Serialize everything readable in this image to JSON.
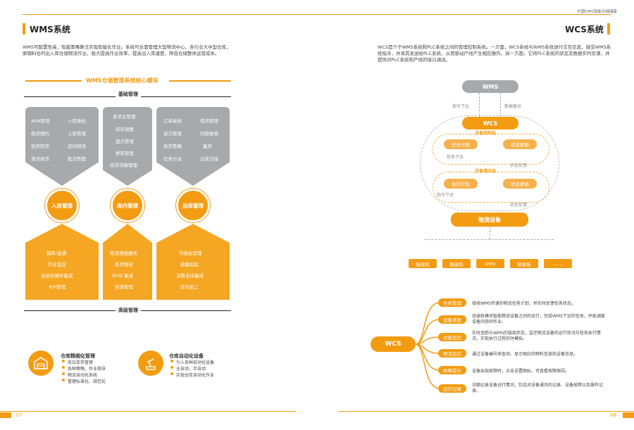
{
  "header": {
    "brand": "中国OMV智能仓储储备"
  },
  "left": {
    "title": "WMS系统",
    "intro": "WMS可配置性高，智能策略算法实现智能化作业。系统可全面管理大型物流中心、各行业大中型仓库，原辅料仓的出入库仓储物流作业，极大提高作业效率，提高出入库速度，降低仓储整体运营成本。",
    "core_title": "WMS仓储管理系统核心模块",
    "base_label": "基础管理",
    "adv_label": "高级管理",
    "col1": {
      "items": [
        "ASN管理",
        "入库质检",
        "收货预约",
        "上架管理",
        "到货卸货",
        "逆向物流",
        "清点收货",
        "批次管理"
      ],
      "circle": "入库管理",
      "bottom": [
        "越库/直通",
        "作业监控",
        "自动化硬件集成",
        "KPI管理"
      ]
    },
    "col2": {
      "items": [
        "多货主管理",
        "库存调整",
        "盘点管理",
        "移库管理",
        "库存冻解管理"
      ],
      "circle": "库内管理",
      "bottom": [
        "物流增值服务",
        "拣货路径",
        "RFID 集成",
        "资源管理"
      ]
    },
    "col3": {
      "items": [
        "订单接收",
        "拣货管理",
        "波次管理",
        "扫描复核",
        "拣货策略",
        "集货",
        "任务分派",
        "出库交接"
      ],
      "circle": "出库管理",
      "bottom": [
        "可视化管理",
        "质量追踪",
        "决策支持集成",
        "库内加工"
      ]
    },
    "feature1": {
      "title": "仓库精细化管理",
      "items": [
        "库位库存管理",
        "各种策略，作业指导",
        "物流自动化系统",
        "管理标准化、规范化"
      ]
    },
    "feature2": {
      "title": "仓库自动化设备",
      "items": [
        "引入各种自动化设备",
        "全自动、半自动",
        "实现仓库自动化作业"
      ]
    },
    "page": "07"
  },
  "right": {
    "title": "WCS系统",
    "intro": "WCS是介于WMS系统和PLC系统之间的管理控制系统。一方面，WCS系统与WMS系统进行交互信息，接受WMS系统指令，并将其发送给PLC系统，从而驱动产线产生相应操作。另一方面，它将PLC系统的状态及数据实时反馈，并提供对PLC系统和产线的接口调试。",
    "diagram": {
      "wms": "WMS",
      "down_label": "指令下达",
      "up_label": "数据备份",
      "wcs": "WCS",
      "layer1": "设备控制层",
      "task_alloc": "任务分配",
      "status_update1": "状态更新",
      "task_down": "任务下达",
      "status_feedback1": "状态反馈",
      "layer2": "设备通讯层",
      "protocol": "协议打包",
      "status_update2": "状态更新",
      "cmd_down": "指令下达",
      "status_feedback2": "状态反馈",
      "logistics": "物流设备",
      "devices": [
        "输送机",
        "输送机",
        "OMV",
        "穿梭板",
        "……"
      ]
    },
    "mindmap": {
      "center": "WCS",
      "items": [
        {
          "label": "任务管理",
          "desc": "接收WMS传递的物流任务计划，并实时反馈任务状态。"
        },
        {
          "label": "设备调度",
          "desc": "协调各模块智能物流设备之间的运行，完成WMS下达的任务，并能调度设备间协同作业。"
        },
        {
          "label": "设备监控",
          "desc": "实时追踪与WMS的链接状态，监控物流设备的运行状况与任务执行情况，实现执行过程实时模拟。"
        },
        {
          "label": "物流监控",
          "desc": "通过设备编号来查询、显示相应的物料信息和设备信息。"
        },
        {
          "label": "故障提示",
          "desc": "设备出现故障时，点击设置图标，可查看故障原因。"
        },
        {
          "label": "运行记录",
          "desc": "详细记录设备运行情况，包括对设备通讯的记录、设备故障以及操作记录。"
        }
      ]
    },
    "page": "08"
  },
  "colors": {
    "accent": "#f39c12",
    "gray": "#a7a9ac"
  }
}
